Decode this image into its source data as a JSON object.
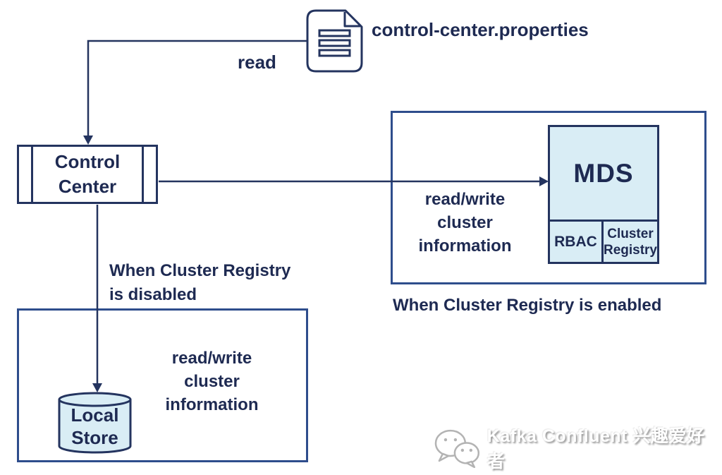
{
  "colors": {
    "navy_text": "#1e2a52",
    "node_stroke": "#24345f",
    "container_stroke": "#2e4d8c",
    "light_blue_fill": "#d9edf5",
    "watermark_gray": "#9a9a9a"
  },
  "properties_file": {
    "label": "control-center.properties",
    "read_label": "read",
    "icon": "document-icon"
  },
  "control_center": {
    "label": "Control\nCenter"
  },
  "mds_branch": {
    "rw_label": "read/write\ncluster\ninformation",
    "mds_label": "MDS",
    "rbac_label": "RBAC",
    "cluster_registry_label": "Cluster\nRegistry",
    "caption": "When Cluster Registry is enabled"
  },
  "local_branch": {
    "condition_label": "When Cluster Registry\nis disabled",
    "rw_label": "read/write\ncluster\ninformation",
    "local_store_label": "Local\nStore"
  },
  "watermark": {
    "icon": "wechat-icon",
    "text": "Kafka Confluent 兴趣爱好者"
  }
}
